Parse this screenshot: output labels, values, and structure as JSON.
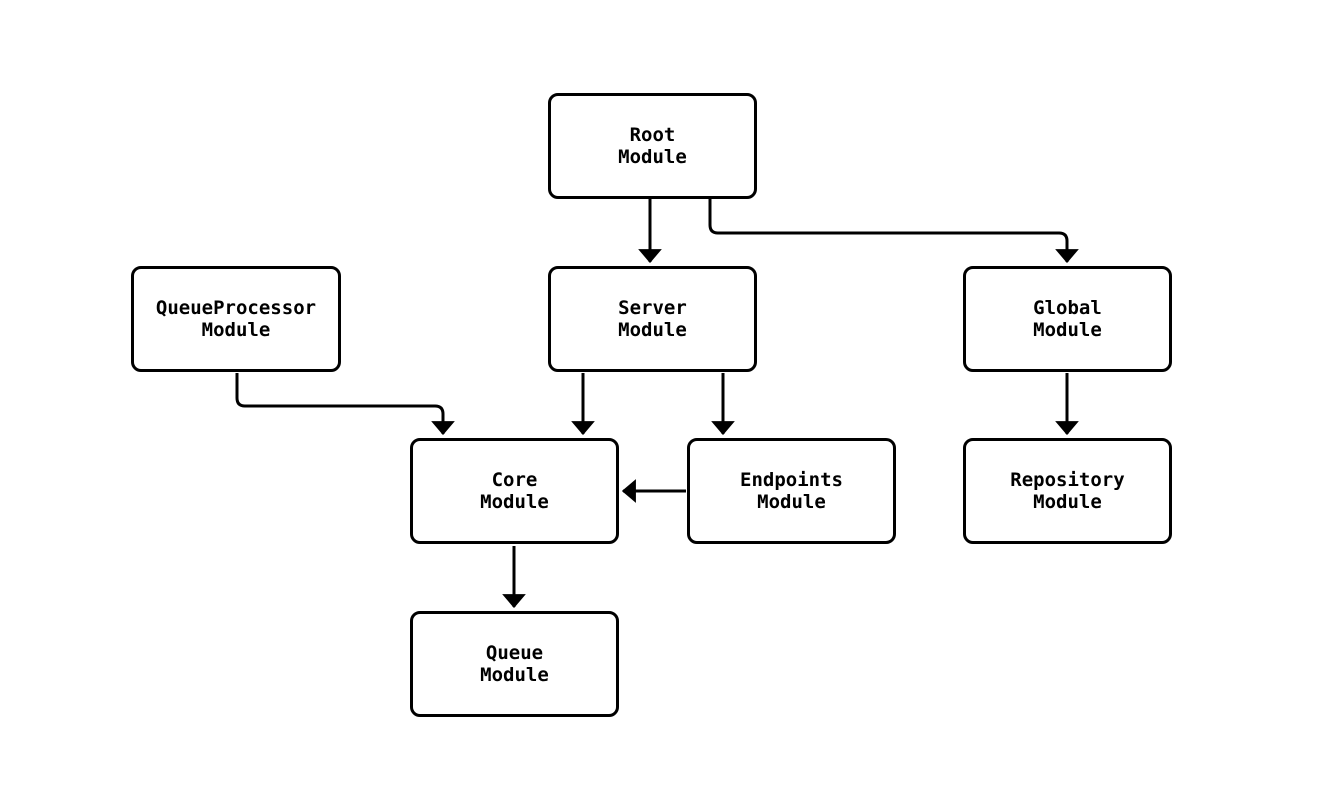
{
  "diagram": {
    "type": "flowchart",
    "background_color": "#ffffff",
    "node_fill_color": "#ffffff",
    "stroke_color": "#000000",
    "nodes": {
      "root": {
        "label": "Root\nModule"
      },
      "queueprocessor": {
        "label": "QueueProcessor\nModule"
      },
      "server": {
        "label": "Server\nModule"
      },
      "global": {
        "label": "Global\nModule"
      },
      "core": {
        "label": "Core\nModule"
      },
      "endpoints": {
        "label": "Endpoints\nModule"
      },
      "repository": {
        "label": "Repository\nModule"
      },
      "queue": {
        "label": "Queue\nModule"
      }
    },
    "edges": [
      {
        "from": "Root Module",
        "to": "Server Module"
      },
      {
        "from": "Root Module",
        "to": "Global Module"
      },
      {
        "from": "QueueProcessor Module",
        "to": "Core Module"
      },
      {
        "from": "Server Module",
        "to": "Core Module"
      },
      {
        "from": "Server Module",
        "to": "Endpoints Module"
      },
      {
        "from": "Endpoints Module",
        "to": "Core Module"
      },
      {
        "from": "Global Module",
        "to": "Repository Module"
      },
      {
        "from": "Core Module",
        "to": "Queue Module"
      }
    ]
  }
}
